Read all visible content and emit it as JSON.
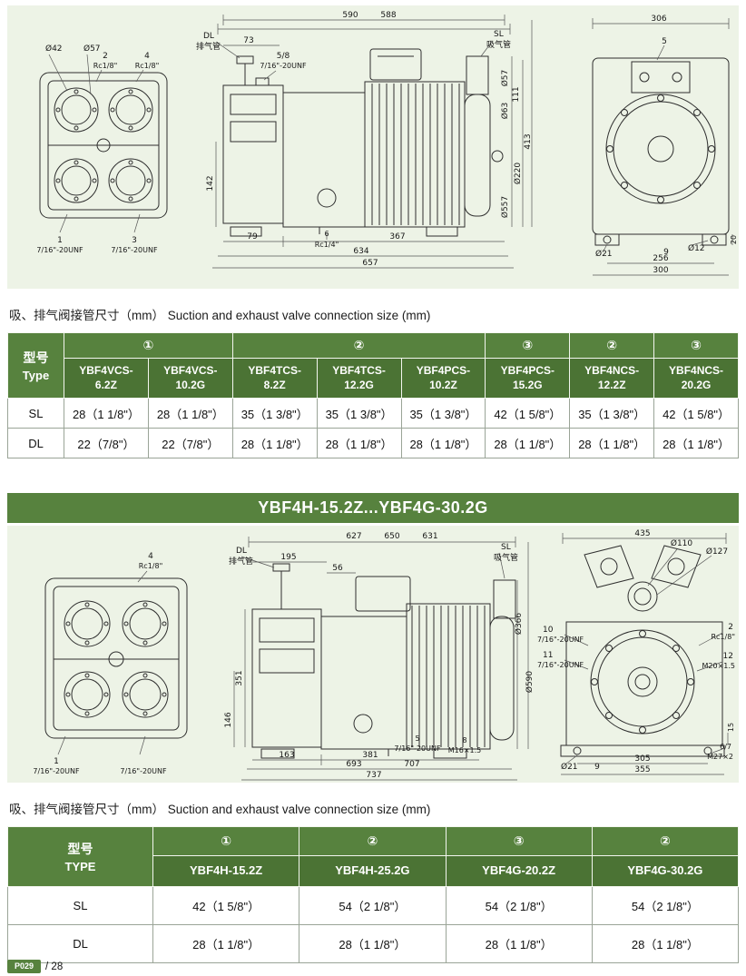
{
  "colors": {
    "header_green": "#57823E",
    "header_green_dark": "#4B7334",
    "panel_green": "#EDF3E6",
    "banner_green": "#57823E"
  },
  "captions": {
    "section1": "吸、排气阀接管尺寸（mm） Suction and exhaust valve connection size (mm)",
    "section2": "吸、排气阀接管尺寸（mm） Suction and exhaust valve connection size (mm)"
  },
  "banner": {
    "title": "YBF4H-15.2Z...YBF4G-30.2G"
  },
  "table1": {
    "type_cn": "型号",
    "type_en": "Type",
    "groups": [
      "①",
      "②",
      "③",
      "②",
      "③"
    ],
    "models": [
      "YBF4VCS-6.2Z",
      "YBF4VCS-10.2G",
      "YBF4TCS-8.2Z",
      "YBF4TCS-12.2G",
      "YBF4PCS-10.2Z",
      "YBF4PCS-15.2G",
      "YBF4NCS-12.2Z",
      "YBF4NCS-20.2G"
    ],
    "rows": [
      {
        "label": "SL",
        "values": [
          "28（1 1/8\"）",
          "28（1 1/8\"）",
          "35（1 3/8\"）",
          "35（1 3/8\"）",
          "35（1 3/8\"）",
          "42（1 5/8\"）",
          "35（1 3/8\"）",
          "42（1 5/8\"）"
        ]
      },
      {
        "label": "DL",
        "values": [
          "22（7/8\"）",
          "22（7/8\"）",
          "28（1 1/8\"）",
          "28（1 1/8\"）",
          "28（1 1/8\"）",
          "28（1 1/8\"）",
          "28（1 1/8\"）",
          "28（1 1/8\"）"
        ]
      }
    ]
  },
  "table2": {
    "type_cn": "型号",
    "type_en": "TYPE",
    "groups": [
      "①",
      "②",
      "③",
      "②"
    ],
    "models": [
      "YBF4H-15.2Z",
      "YBF4H-25.2G",
      "YBF4G-20.2Z",
      "YBF4G-30.2G"
    ],
    "rows": [
      {
        "label": "SL",
        "values": [
          "42（1 5/8\"）",
          "54（2 1/8\"）",
          "54（2 1/8\"）",
          "54（2 1/8\"）"
        ]
      },
      {
        "label": "DL",
        "values": [
          "28（1 1/8\"）",
          "28（1 1/8\"）",
          "28（1 1/8\"）",
          "28（1 1/8\"）"
        ]
      }
    ]
  },
  "footer": {
    "badge": "P029",
    "page": "/ 28"
  },
  "drawing1": {
    "front": {
      "labels": [
        "Ø42",
        "Ø57",
        "2",
        "Rc1/8\"",
        "4",
        "Rc1/8\"",
        "1",
        "7/16\"-20UNF",
        "3",
        "7/16\"-20UNF"
      ]
    },
    "side": {
      "labels": [
        "DL",
        "排气管",
        "73",
        "590",
        "588",
        "5/8",
        "7/16\"-20UNF",
        "SL",
        "吸气管",
        "Ø57",
        "Ø63",
        "111",
        "413",
        "Ø220",
        "Ø557",
        "142",
        "79",
        "367",
        "6",
        "Rc1/4\"",
        "634",
        "657"
      ]
    },
    "end": {
      "labels": [
        "306",
        "5",
        "Ø21",
        "9",
        "Ø12",
        "256",
        "20",
        "300"
      ]
    }
  },
  "drawing2": {
    "front": {
      "labels": [
        "4",
        "Rc1/8\"",
        "1",
        "7/16\"-20UNF",
        "7/16\"-20UNF"
      ]
    },
    "side": {
      "labels": [
        "DL",
        "排气管",
        "195",
        "56",
        "627",
        "650",
        "631",
        "SL",
        "吸气管",
        "351",
        "146",
        "Ø366",
        "Ø590",
        "163",
        "381",
        "5",
        "7/16\"-20UNF",
        "8",
        "M16×1.5",
        "693",
        "737",
        "707"
      ]
    },
    "end": {
      "labels": [
        "435",
        "Ø110",
        "Ø127",
        "2",
        "Rc1/8\"",
        "10",
        "7/16\"-20UNF",
        "11",
        "7/16\"-20UNF",
        "12",
        "M20×1.5",
        "Ø21",
        "9",
        "305",
        "355",
        "6/7",
        "M27×2",
        "15"
      ]
    }
  }
}
